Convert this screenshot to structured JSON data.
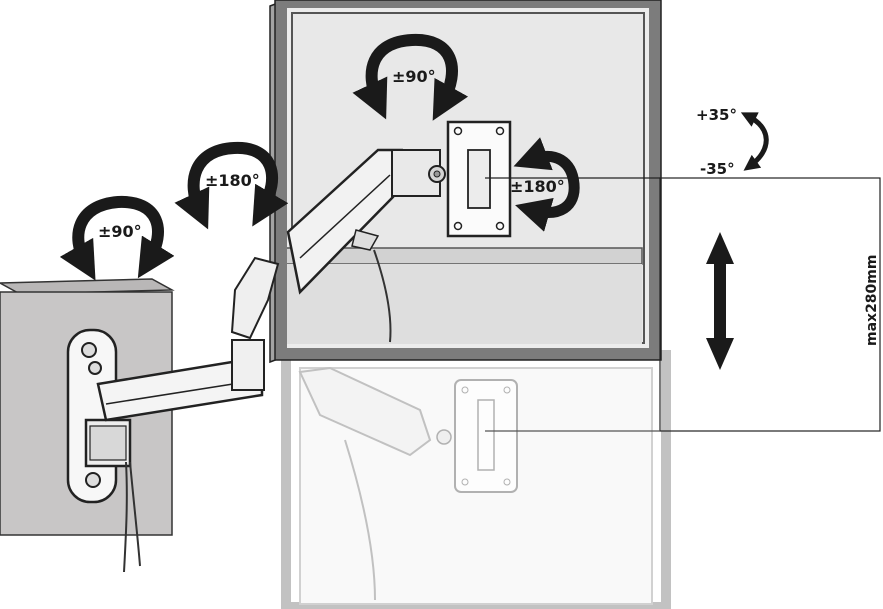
{
  "labels": {
    "wall_swivel": "±90°",
    "arm_swivel": "±180°",
    "head_swivel": "±90°",
    "rotation": "±180°",
    "tilt_up": "+35°",
    "tilt_down": "-35°",
    "height_adjust": "max280mm"
  },
  "colors": {
    "wall": "#c8c6c6",
    "monitor_frame": "#8a8a8a",
    "screen_glass": "#ececec",
    "shelf": "#cfcfcf",
    "ink": "#1a1a1a"
  },
  "icons": {
    "curved_arrow": "curved-rotation-arrow",
    "vertical_arrow": "double-headed-arrow"
  }
}
